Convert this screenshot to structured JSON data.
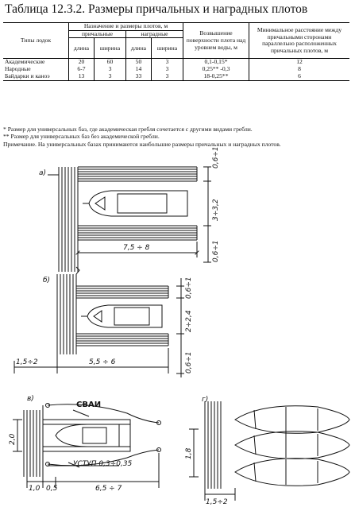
{
  "title": "Таблица 12.3.2. Размеры причальных и наградных плотов",
  "table": {
    "col_boat_type": "Типы лодок",
    "col_purpose": "Назначение и размеры плотов, м",
    "col_mooring": "причальные",
    "col_award": "наградные",
    "col_length": "длина",
    "col_width": "ширина",
    "col_elevation": "Возвышение поверхности плота над уровнем воды, м",
    "col_min_distance": "Минимальное расстояние между причальными сторонами параллельно расположенных причальных плотов, м",
    "rows": [
      {
        "type": "Академические",
        "m_len": "20",
        "m_wid": "60",
        "a_len": "50",
        "a_wid": "3",
        "elev": "0,1-0,15*",
        "dist": "12"
      },
      {
        "type": "Народные",
        "m_len": "6-7",
        "m_wid": "3",
        "a_len": "14",
        "a_wid": "3",
        "elev": "0,25** -0,3",
        "dist": "8"
      },
      {
        "type": "Байдарки и каноэ",
        "m_len": "13",
        "m_wid": "3",
        "a_len": "33",
        "a_wid": "3",
        "elev": "18-0,25**",
        "dist": "6"
      }
    ]
  },
  "notes": [
    "*   Размер для универсальных баз, где академическая гребля сочетается с другими видами гребли.",
    "** Размер для универсальных баз без академической гребли.",
    "Примечание. На универсальных базах принимаются наибольшие размеры причальных и наградных плотов."
  ],
  "figures": {
    "a": {
      "label": "а)",
      "dim_top": "0,6÷1",
      "dim_mid": "3÷3,2",
      "dim_bottom": "0,6÷1",
      "dim_length": "7,5 ÷ 8"
    },
    "b": {
      "label": "б)",
      "dim_top": "0,6÷1",
      "dim_mid": "2÷2,4",
      "dim_bottom": "0,6÷1",
      "dim_left": "1,5÷2",
      "dim_length": "5,5 ÷ 6"
    },
    "c": {
      "label": "в)",
      "piles": "СВАИ",
      "step": "УСТУП 0,3÷0,35",
      "dim_height": "2,0",
      "dim_a": "1,0",
      "dim_b": "0,5",
      "dim_c": "6,5 ÷ 7"
    },
    "d": {
      "label": "г)",
      "dim_height": "1,8",
      "dim_bottom": "1,5÷2"
    }
  }
}
